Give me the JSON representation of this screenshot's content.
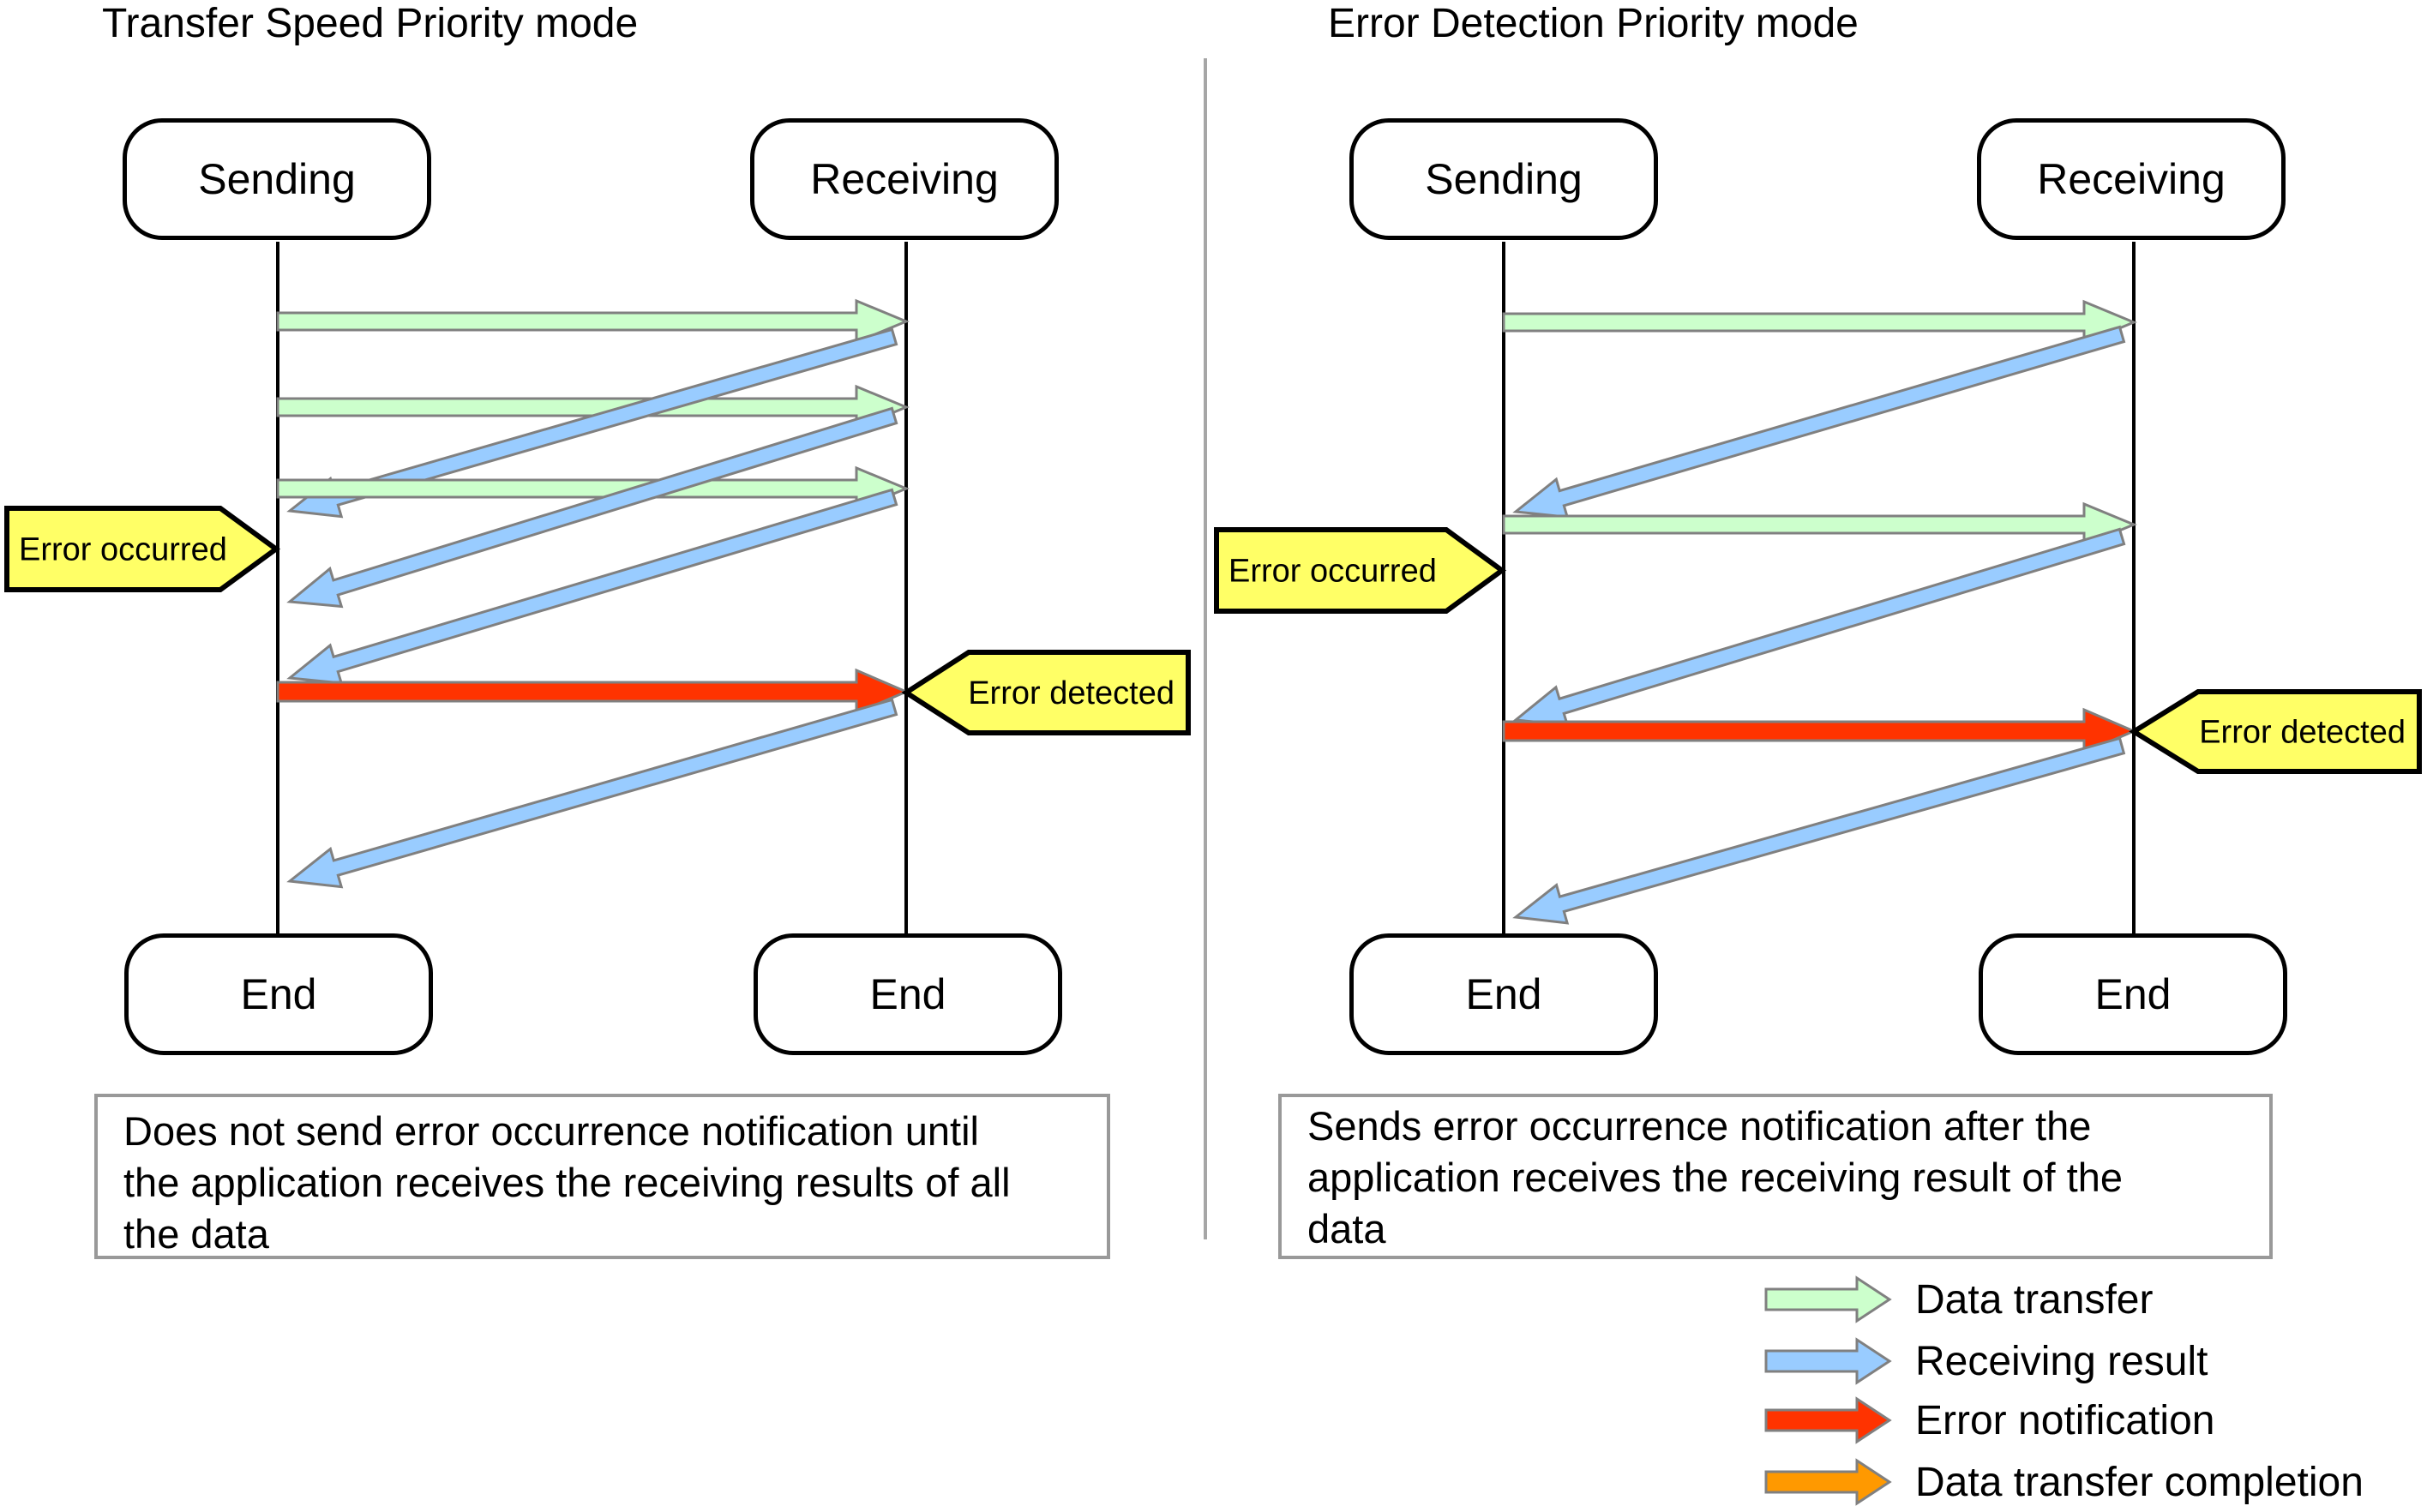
{
  "colors": {
    "data_transfer": "#ccffcc",
    "receiving_result": "#99ccff",
    "error_notification": "#ff3300",
    "data_transfer_completion": "#ff9900",
    "arrow_outline": "#808080",
    "callout_fill": "#ffff66",
    "description_border": "#999999",
    "divider": "#a6a6a6"
  },
  "panels": [
    {
      "title": "Transfer Speed Priority mode",
      "nodes": {
        "sending": "Sending",
        "receiving": "Receiving",
        "end_left": "End",
        "end_right": "End"
      },
      "messages": [
        {
          "type": "data_transfer",
          "direction": "send-to-receive"
        },
        {
          "type": "data_transfer",
          "direction": "send-to-receive"
        },
        {
          "type": "receiving_result",
          "direction": "receive-to-send"
        },
        {
          "type": "data_transfer",
          "direction": "send-to-receive"
        },
        {
          "type": "receiving_result",
          "direction": "receive-to-send"
        },
        {
          "type": "receiving_result",
          "direction": "receive-to-send"
        },
        {
          "type": "error_notification",
          "direction": "send-to-receive"
        },
        {
          "type": "receiving_result",
          "direction": "receive-to-send"
        }
      ],
      "callouts": {
        "error_occurred": "Error occurred",
        "error_detected": "Error detected"
      },
      "description": [
        "Does not send error occurrence notification until",
        "the application receives the receiving results of all",
        "the data"
      ]
    },
    {
      "title": "Error Detection Priority mode",
      "nodes": {
        "sending": "Sending",
        "receiving": "Receiving",
        "end_left": "End",
        "end_right": "End"
      },
      "messages": [
        {
          "type": "data_transfer",
          "direction": "send-to-receive"
        },
        {
          "type": "receiving_result",
          "direction": "receive-to-send"
        },
        {
          "type": "data_transfer",
          "direction": "send-to-receive"
        },
        {
          "type": "receiving_result",
          "direction": "receive-to-send"
        },
        {
          "type": "error_notification",
          "direction": "send-to-receive"
        },
        {
          "type": "receiving_result",
          "direction": "receive-to-send"
        }
      ],
      "callouts": {
        "error_occurred": "Error occurred",
        "error_detected": "Error detected"
      },
      "description": [
        "Sends error occurrence notification after the",
        "application receives the receiving result of the",
        "data"
      ]
    }
  ],
  "legend": [
    {
      "key": "data_transfer",
      "label": "Data transfer"
    },
    {
      "key": "receiving_result",
      "label": "Receiving result"
    },
    {
      "key": "error_notification",
      "label": "Error notification"
    },
    {
      "key": "data_transfer_completion",
      "label": "Data transfer completion"
    }
  ]
}
